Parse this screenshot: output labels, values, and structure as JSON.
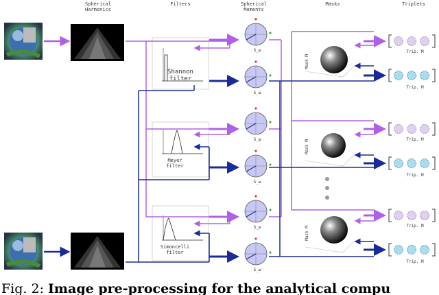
{
  "column_headers": {
    "harmonics": "Spherical\nHarmonics",
    "filters": "Filters",
    "moments": "Spherical\nMoments",
    "masks": "Masks",
    "triplets": "Triplets"
  },
  "filters": [
    {
      "name": "Shannon\nfilter"
    },
    {
      "name": "Meyer\nfilter"
    },
    {
      "name": "Simoncelli\nfilter"
    }
  ],
  "moment_labels": [
    "S_ω",
    "S_ω",
    "S_ω",
    "S_ω",
    "S_ω",
    "S_ω"
  ],
  "mask_labels": [
    "Mask M",
    "Mask M",
    "Mask M"
  ],
  "triplet_labels": [
    "Trip. M",
    "Trip. M",
    "Trip. M",
    "Trip. M",
    "Trip. M",
    "Trip. M"
  ],
  "caption": {
    "prefix": "Fig. 2: ",
    "bold": "Image pre-processing for the analytical compu"
  },
  "colors": {
    "purple": "#b060e8",
    "navy": "#1a2a9a",
    "moment_fill": "#c8c8f4",
    "triplet_purple": "#e0d0f0",
    "triplet_blue": "#a8dcee"
  }
}
